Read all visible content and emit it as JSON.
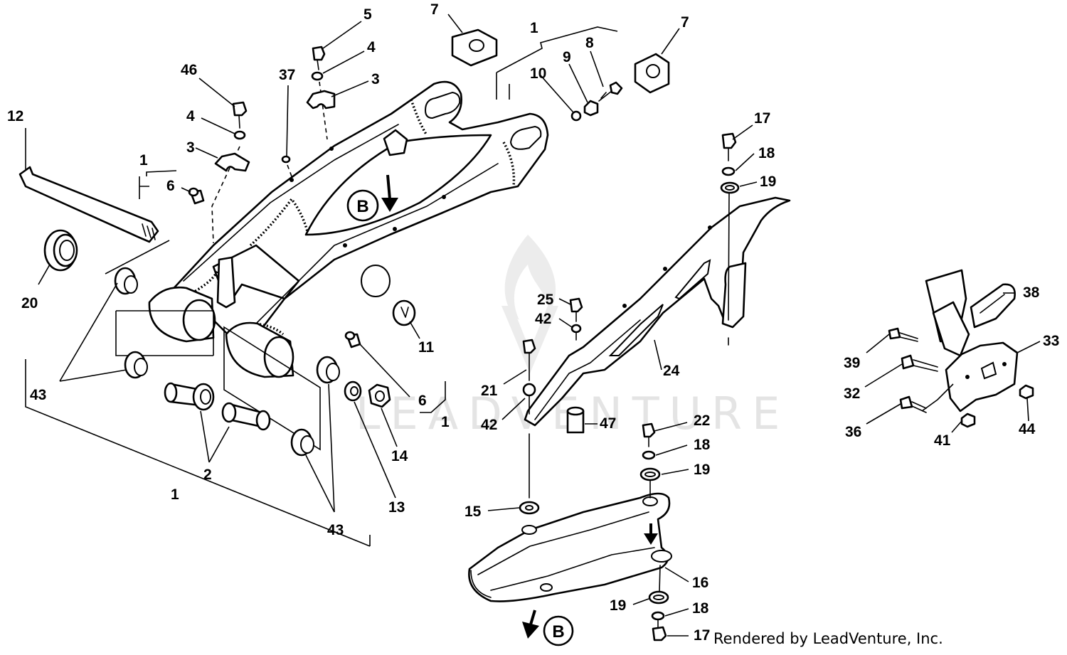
{
  "diagram": {
    "callouts": [
      {
        "id": "c-1a",
        "text": "1"
      },
      {
        "id": "c-1b",
        "text": "1"
      },
      {
        "id": "c-1c",
        "text": "1"
      },
      {
        "id": "c-1d",
        "text": "1"
      },
      {
        "id": "c-2",
        "text": "2"
      },
      {
        "id": "c-3a",
        "text": "3"
      },
      {
        "id": "c-3b",
        "text": "3"
      },
      {
        "id": "c-4a",
        "text": "4"
      },
      {
        "id": "c-4b",
        "text": "4"
      },
      {
        "id": "c-5",
        "text": "5"
      },
      {
        "id": "c-6a",
        "text": "6"
      },
      {
        "id": "c-6b",
        "text": "6"
      },
      {
        "id": "c-7a",
        "text": "7"
      },
      {
        "id": "c-7b",
        "text": "7"
      },
      {
        "id": "c-8",
        "text": "8"
      },
      {
        "id": "c-9",
        "text": "9"
      },
      {
        "id": "c-10",
        "text": "10"
      },
      {
        "id": "c-11",
        "text": "11"
      },
      {
        "id": "c-12",
        "text": "12"
      },
      {
        "id": "c-13",
        "text": "13"
      },
      {
        "id": "c-14",
        "text": "14"
      },
      {
        "id": "c-15",
        "text": "15"
      },
      {
        "id": "c-16",
        "text": "16"
      },
      {
        "id": "c-17a",
        "text": "17"
      },
      {
        "id": "c-17b",
        "text": "17"
      },
      {
        "id": "c-18a",
        "text": "18"
      },
      {
        "id": "c-18b",
        "text": "18"
      },
      {
        "id": "c-18c",
        "text": "18"
      },
      {
        "id": "c-19a",
        "text": "19"
      },
      {
        "id": "c-19b",
        "text": "19"
      },
      {
        "id": "c-19c",
        "text": "19"
      },
      {
        "id": "c-20",
        "text": "20"
      },
      {
        "id": "c-21",
        "text": "21"
      },
      {
        "id": "c-22",
        "text": "22"
      },
      {
        "id": "c-24",
        "text": "24"
      },
      {
        "id": "c-25",
        "text": "25"
      },
      {
        "id": "c-32",
        "text": "32"
      },
      {
        "id": "c-33",
        "text": "33"
      },
      {
        "id": "c-36",
        "text": "36"
      },
      {
        "id": "c-37",
        "text": "37"
      },
      {
        "id": "c-38",
        "text": "38"
      },
      {
        "id": "c-39",
        "text": "39"
      },
      {
        "id": "c-41",
        "text": "41"
      },
      {
        "id": "c-42a",
        "text": "42"
      },
      {
        "id": "c-42b",
        "text": "42"
      },
      {
        "id": "c-43a",
        "text": "43"
      },
      {
        "id": "c-43b",
        "text": "43"
      },
      {
        "id": "c-44",
        "text": "44"
      },
      {
        "id": "c-46",
        "text": "46"
      },
      {
        "id": "c-47",
        "text": "47"
      }
    ],
    "view_markers": [
      {
        "id": "b1",
        "text": "B"
      },
      {
        "id": "b2",
        "text": "B"
      }
    ]
  },
  "credit": "Rendered by LeadVenture, Inc.",
  "watermark": "LEADVENTURE"
}
